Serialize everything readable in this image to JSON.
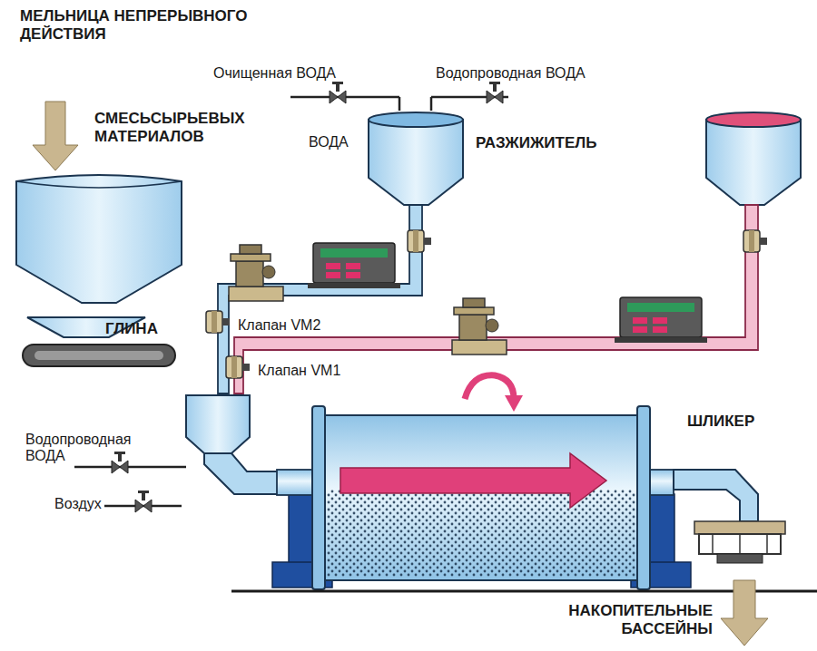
{
  "diagram": {
    "title": "МЕЛЬНИЦА НЕПРЕРЫВНОГО ДЕЙСТВИЯ",
    "labels": [
      "СМЕСЬСЫРЬЕВЫХ МАТЕРИАЛОВ",
      "ГЛИНА",
      "Очищенная ВОДА",
      "Водопроводная ВОДА",
      "ВОДА",
      "РАЗЖИЖИТЕЛЬ",
      "Клапан VM2",
      "Клапан VM1",
      "Водопроводная ВОДА",
      "Воздух",
      "ШЛИКЕР",
      "НАКОПИТЕЛЬНЫЕ БАССЕЙНЫ"
    ]
  }
}
